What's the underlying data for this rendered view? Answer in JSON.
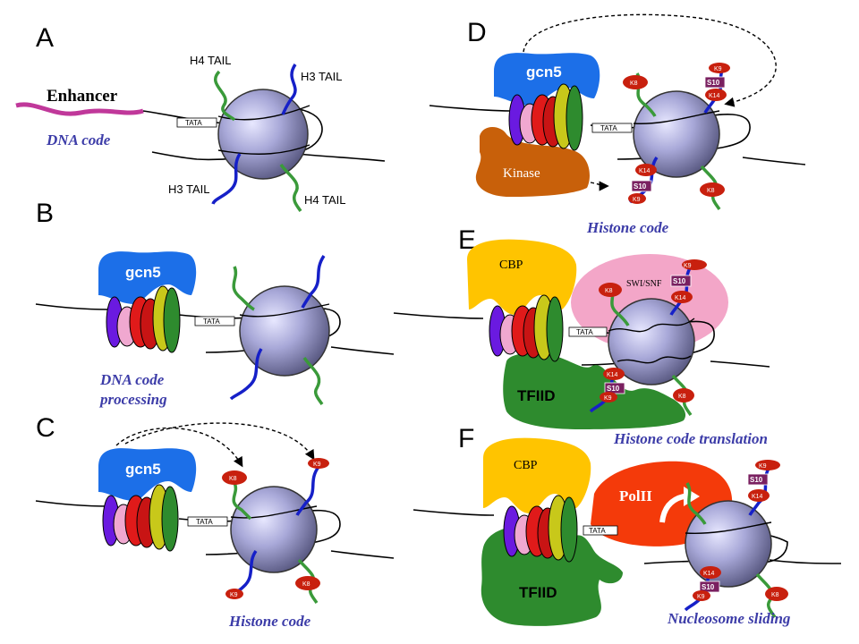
{
  "panels": {
    "A": {
      "letter": "A",
      "enhancer": "Enhancer",
      "caption": "DNA code",
      "tata": "TATA",
      "h4_tail_top": "H4 TAIL",
      "h3_tail_top": "H3 TAIL",
      "h3_tail_bottom": "H3 TAIL",
      "h4_tail_bottom": "H4 TAIL"
    },
    "B": {
      "letter": "B",
      "gcn5": "gcn5",
      "tata": "TATA",
      "caption_line1": "DNA code",
      "caption_line2": "processing"
    },
    "C": {
      "letter": "C",
      "gcn5": "gcn5",
      "tata": "TATA",
      "caption": "Histone code",
      "marks": {
        "k8_top": "K8",
        "k9_top": "K9",
        "k9_bottom": "K9",
        "k8_bottom": "K8"
      }
    },
    "D": {
      "letter": "D",
      "gcn5": "gcn5",
      "kinase": "Kinase",
      "tata": "TATA",
      "caption": "Histone code",
      "marks": {
        "k8_top": "K8",
        "k9_top": "K9",
        "s10_top": "S10",
        "k14_top": "K14",
        "k14_bottom": "K14",
        "s10_bottom": "S10",
        "k9_bottom": "K9",
        "k8_bottom": "K8"
      }
    },
    "E": {
      "letter": "E",
      "cbp": "CBP",
      "swi_snf": "SWI/SNF",
      "tfiid": "TFIID",
      "tata": "TATA",
      "caption": "Histone code translation",
      "marks": {
        "k8_top": "K8",
        "k9_top": "K9",
        "s10_top": "S10",
        "k14_top": "K14",
        "k14_bottom": "K14",
        "s10_bottom": "S10",
        "k9_bottom": "K9",
        "k8_bottom": "K8"
      }
    },
    "F": {
      "letter": "F",
      "cbp": "CBP",
      "polii": "PolII",
      "tfiid": "TFIID",
      "tata": "TATA",
      "caption": "Nucleosome sliding",
      "marks": {
        "k9_top": "K9",
        "s10_top": "S10",
        "k14_top": "K14",
        "k14_bottom": "K14",
        "s10_bottom": "S10",
        "k9_bottom": "K9",
        "k8_bottom": "K8"
      }
    }
  },
  "colors": {
    "gcn5": "#1c6fe8",
    "cbp": "#ffc400",
    "tfiid": "#2e8b2e",
    "kinase": "#c8600a",
    "swi_snf": "#f3a6c8",
    "polii": "#f43a0a",
    "enhancer": "#c0389a",
    "h3_tail": "#1620c8",
    "h4_tail": "#3a9a3a",
    "acetyl_mark": "#c8200e",
    "phospho_mark": "#7a2060",
    "nucleosome": "#9898c8",
    "caption": "#3c3ca8"
  }
}
